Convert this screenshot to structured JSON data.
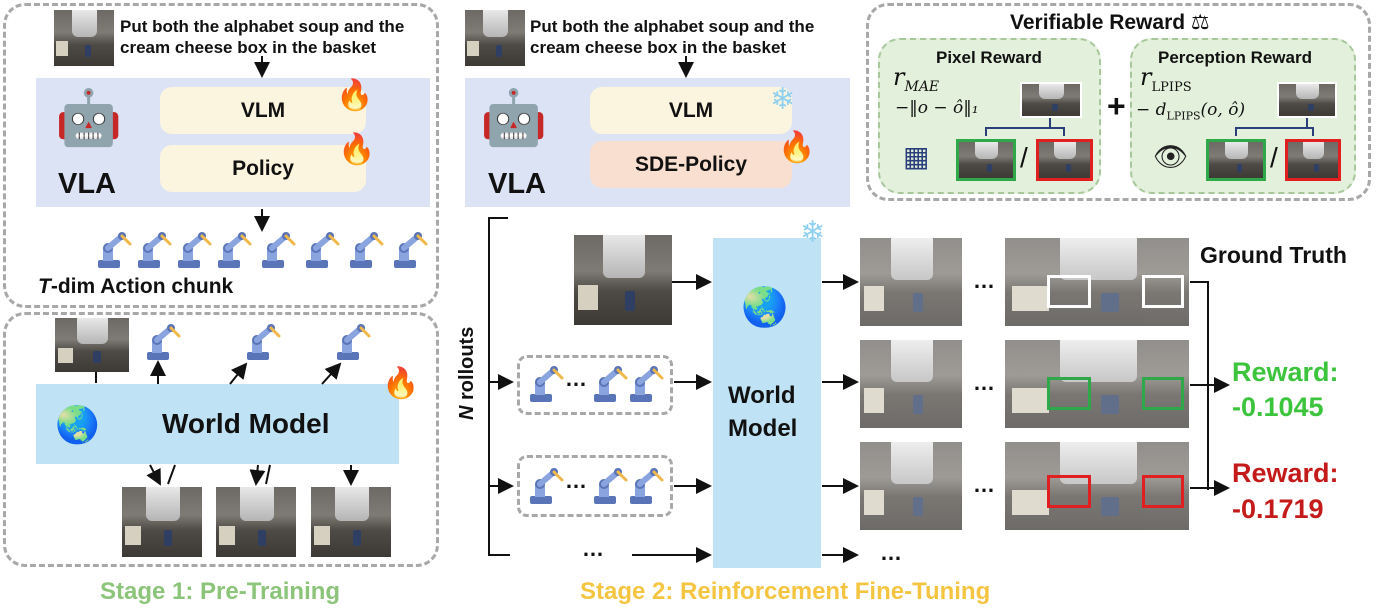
{
  "stage1": {
    "instruction_line1": "Put both the alphabet soup and the",
    "instruction_line2": "cream cheese box in the basket",
    "vla_label": "VLA",
    "vlm_label": "VLM",
    "policy_label": "Policy",
    "action_chunk_prefix": "T",
    "action_chunk_label": "-dim Action chunk",
    "world_model_label": "World Model",
    "caption": "Stage 1: Pre-Training"
  },
  "stage2": {
    "instruction_line1": "Put both the alphabet soup and the",
    "instruction_line2": "cream cheese box in the basket",
    "vla_label": "VLA",
    "vlm_label": "VLM",
    "policy_label": "SDE-Policy",
    "rollouts_prefix": "N",
    "rollouts_label": " rollouts",
    "world_model_line1": "World",
    "world_model_line2": "Model",
    "ellipsis": "…",
    "ground_truth_label": "Ground Truth",
    "reward1_label": "Reward:",
    "reward1_value": "-0.1045",
    "reward2_label": "Reward:",
    "reward2_value": "-0.1719",
    "caption": "Stage 2:  Reinforcement Fine-Tuning"
  },
  "verifiable_reward": {
    "title": "Verifiable Reward",
    "pixel_title": "Pixel Reward",
    "pixel_symbol": "r",
    "pixel_subscript": "MAE",
    "pixel_formula": "−‖o − ô‖₁",
    "plus": "+",
    "perception_title": "Perception Reward",
    "perception_symbol": "r",
    "perception_subscript": "LPIPS",
    "perception_formula_prefix": "− d",
    "perception_formula_sub": "LPIPS",
    "perception_formula_suffix": "(o, ô)",
    "slash": "/"
  },
  "colors": {
    "stage1_caption": "#8cc47a",
    "stage2_caption": "#f5c542",
    "reward_good": "#3cc43c",
    "reward_bad": "#c41a1a",
    "world_model_fill": "#bfe3f5",
    "vla_panel_fill": "#dbe3f5",
    "reward_panel_fill": "#e3f1dc"
  },
  "icons": [
    "robot-icon",
    "fire-icon",
    "snowflake-icon",
    "robot-arm-icon",
    "globe-icon",
    "scale-icon",
    "grid-icon",
    "eye-icon"
  ]
}
